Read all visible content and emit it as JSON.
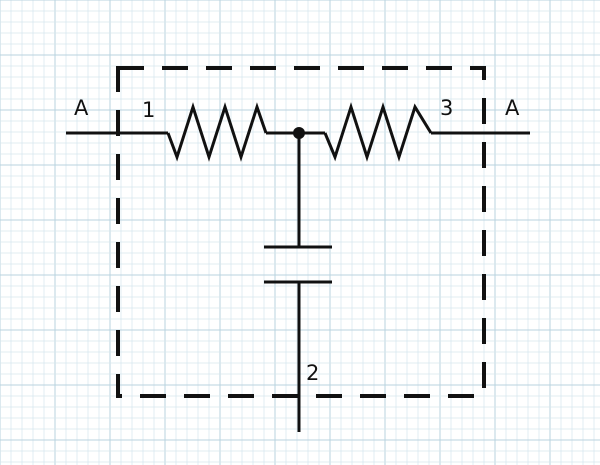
{
  "labels": {
    "left_terminal": "A",
    "right_terminal": "A",
    "port_1": "1",
    "port_2": "2",
    "port_3": "3"
  },
  "colors": {
    "ink": "#111111",
    "grid_minor": "#d6e6ee",
    "grid_major": "#b9d3df",
    "background": "#ffffff"
  }
}
